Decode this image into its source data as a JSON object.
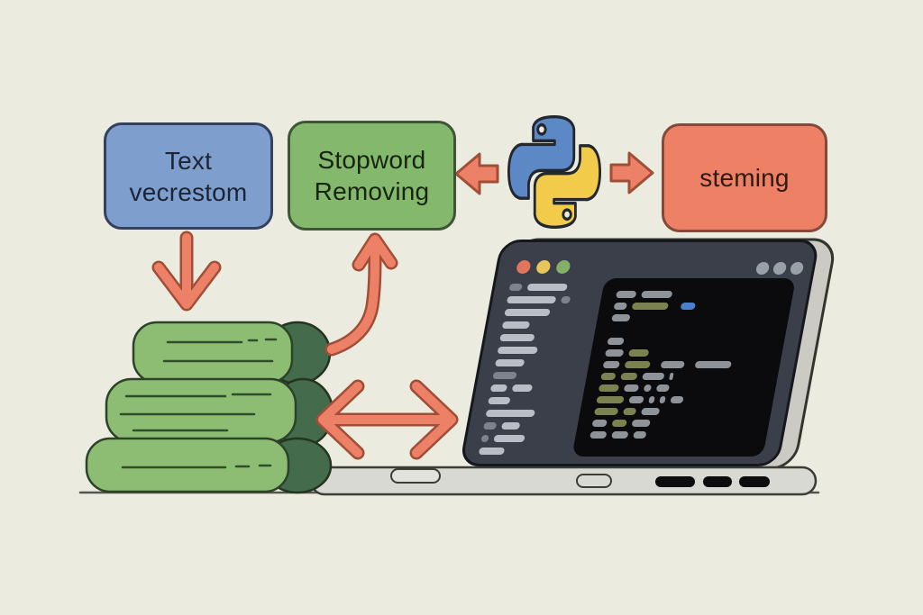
{
  "background_color": "#ebebdf",
  "diagram": {
    "boxes": [
      {
        "id": "text-vectorization",
        "label": "Text vecrestom",
        "fill": "#7e9fce",
        "border": "#35415c"
      },
      {
        "id": "stopword-removing",
        "label": "Stopword Removing",
        "fill": "#84b96d",
        "border": "#3e5538"
      },
      {
        "id": "stemming",
        "label": "steming",
        "fill": "#ee8065",
        "border": "#83493a"
      }
    ],
    "python_logo": {
      "icon": "python-logo-icon",
      "blue": "#5c88c6",
      "yellow": "#f3cb4a"
    },
    "arrows": [
      {
        "name": "arrow-text-vectorization-to-books",
        "direction": "down"
      },
      {
        "name": "arrow-books-to-stopword-removing",
        "direction": "up-curved"
      },
      {
        "name": "arrow-python-to-stopword-removing",
        "direction": "left"
      },
      {
        "name": "arrow-python-to-stemming",
        "direction": "right"
      },
      {
        "name": "arrow-books-laptop-bidirectional",
        "direction": "double-horizontal"
      }
    ],
    "arrow_fill": "#ed8168",
    "arrow_outline": "#a04f36",
    "books": {
      "body_fill": "#8cbd72",
      "spine_fill": "#446b4b",
      "outline": "#2c432a",
      "line_color": "#2f4d2b"
    },
    "laptop": {
      "frame_color": "#3a3f4a",
      "screen_bg": "#0b0b0d",
      "base_color": "#d9d9d3",
      "traffic_lights": [
        "#e0765c",
        "#e9c45c",
        "#85ae67"
      ],
      "window_dots_right": "#9aa0a8",
      "screen": {
        "bar_palette": {
          "light": "#b9bec6",
          "dim": "#7d828c",
          "gray": "#8e939a",
          "olive": "#7c8150",
          "blue": "#4a7fd0"
        },
        "sidebar_rows": [
          [
            {
              "w": 14,
              "c": "dim"
            },
            {
              "w": 44,
              "c": "light"
            }
          ],
          [
            {
              "w": 54,
              "c": "light"
            },
            {
              "w": 10,
              "c": "dim"
            }
          ],
          [
            {
              "w": 50,
              "c": "light"
            }
          ],
          [
            {
              "w": 30,
              "c": "light"
            }
          ],
          [
            {
              "w": 38,
              "c": "light"
            }
          ],
          [
            {
              "w": 44,
              "c": "light"
            }
          ],
          [
            {
              "w": 32,
              "c": "light"
            }
          ],
          [
            {
              "w": 26,
              "c": "dim"
            }
          ],
          [
            {
              "w": 18,
              "c": "light"
            },
            {
              "w": 22,
              "c": "light"
            }
          ],
          [
            {
              "w": 24,
              "c": "light"
            }
          ],
          [
            {
              "w": 54,
              "c": "light"
            }
          ],
          [
            {
              "w": 14,
              "c": "dim"
            },
            {
              "w": 20,
              "c": "light"
            }
          ],
          [
            {
              "w": 8,
              "c": "dim"
            },
            {
              "w": 34,
              "c": "light"
            }
          ],
          [
            {
              "w": 28,
              "c": "light"
            }
          ]
        ],
        "code_rows": [
          [
            {
              "w": 22,
              "c": "gray"
            },
            {
              "w": 34,
              "c": "gray"
            }
          ],
          [
            {
              "w": 14,
              "c": "gray"
            },
            {
              "w": 40,
              "c": "olive"
            },
            {
              "w": 16,
              "c": "blue",
              "g": 8
            }
          ],
          [
            {
              "w": 20,
              "c": "gray"
            }
          ],
          [],
          [
            {
              "w": 18,
              "c": "gray"
            }
          ],
          [
            {
              "w": 20,
              "c": "gray"
            },
            {
              "w": 22,
              "c": "olive"
            }
          ],
          [
            {
              "w": 18,
              "c": "gray"
            },
            {
              "w": 28,
              "c": "olive"
            },
            {
              "w": 26,
              "c": "gray",
              "g": 6
            },
            {
              "w": 40,
              "c": "gray",
              "g": 6
            }
          ],
          [
            {
              "w": 16,
              "c": "olive"
            },
            {
              "w": 18,
              "c": "olive"
            },
            {
              "w": 24,
              "c": "gray"
            },
            {
              "w": 4,
              "c": "gray"
            }
          ],
          [
            {
              "w": 22,
              "c": "olive"
            },
            {
              "w": 16,
              "c": "gray"
            },
            {
              "w": 8,
              "c": "gray"
            },
            {
              "w": 14,
              "c": "gray"
            }
          ],
          [
            {
              "w": 30,
              "c": "olive"
            },
            {
              "w": 16,
              "c": "gray"
            },
            {
              "w": 6,
              "c": "gray"
            },
            {
              "w": 6,
              "c": "gray"
            },
            {
              "w": 14,
              "c": "gray"
            }
          ],
          [
            {
              "w": 26,
              "c": "olive"
            },
            {
              "w": 14,
              "c": "olive"
            },
            {
              "w": 20,
              "c": "gray"
            }
          ],
          [
            {
              "w": 16,
              "c": "gray"
            },
            {
              "w": 16,
              "c": "olive"
            },
            {
              "w": 20,
              "c": "gray"
            }
          ],
          [
            {
              "w": 18,
              "c": "gray"
            },
            {
              "w": 18,
              "c": "gray"
            },
            {
              "w": 14,
              "c": "gray"
            }
          ]
        ]
      }
    }
  }
}
